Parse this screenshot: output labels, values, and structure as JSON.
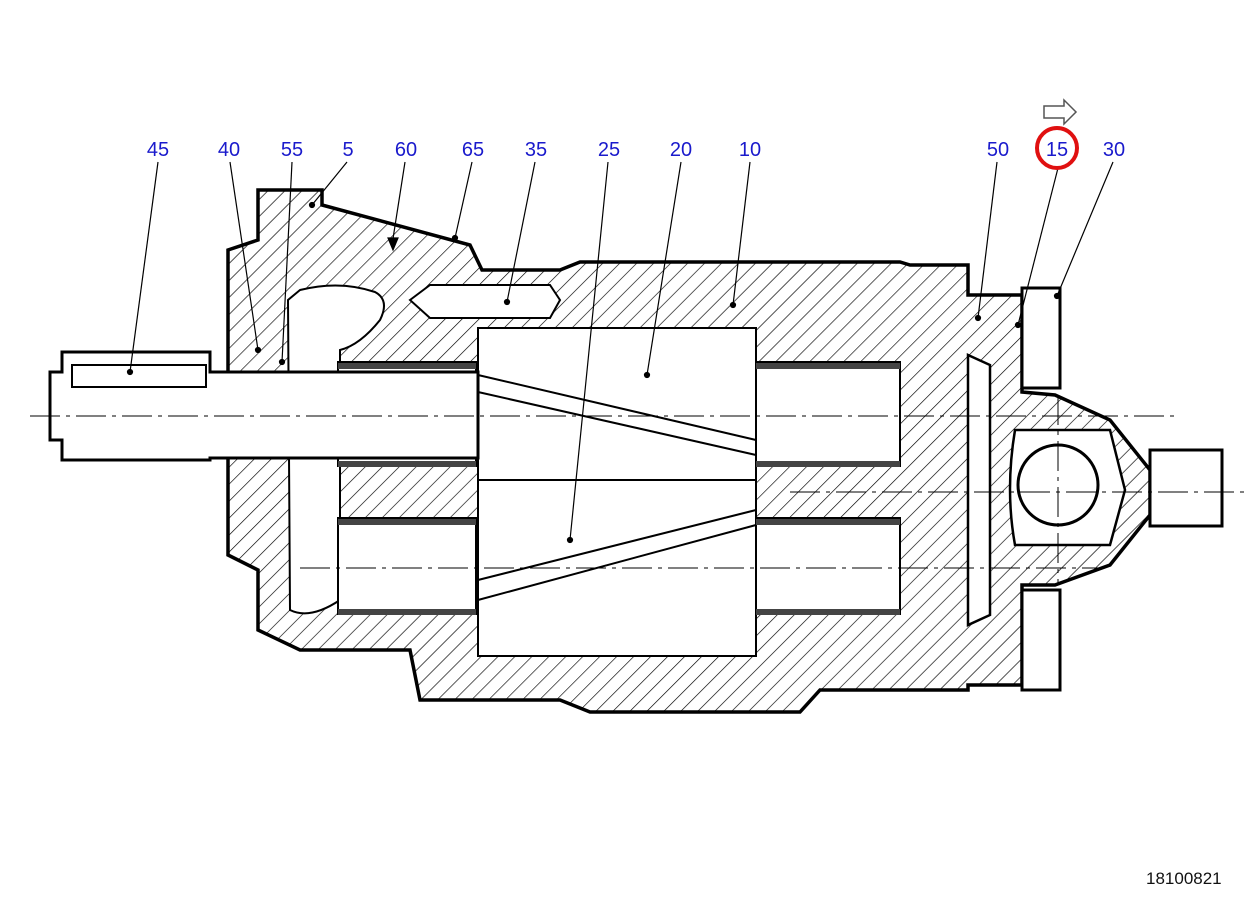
{
  "diagram": {
    "drawing_number": "18100821",
    "label_color": "#1a1acc",
    "highlight_color": "#e01010",
    "line_color": "#000000",
    "highlighted_part": "15",
    "navigation_icon": "arrow-right-outline-icon",
    "part_labels": [
      "45",
      "40",
      "55",
      "5",
      "60",
      "65",
      "35",
      "25",
      "20",
      "10",
      "50",
      "15",
      "30"
    ]
  }
}
